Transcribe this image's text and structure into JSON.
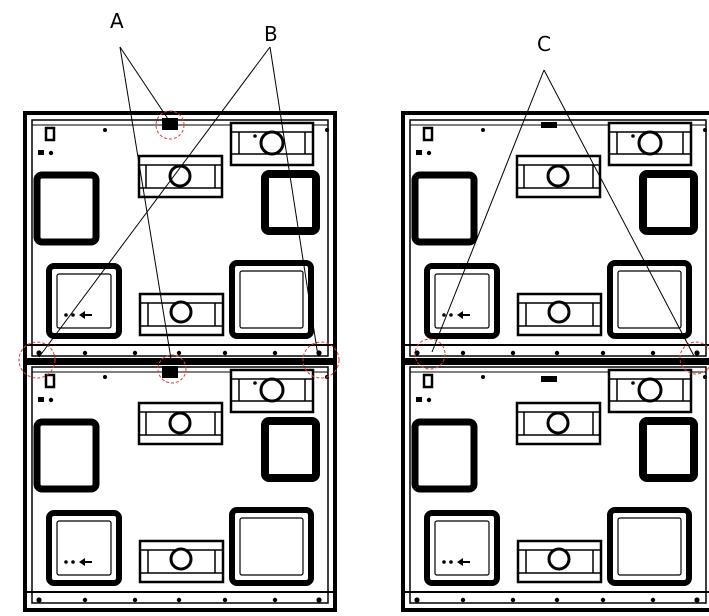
{
  "callouts": {
    "a": "A",
    "b": "B",
    "c": "C"
  },
  "colors": {
    "ink": "#000000",
    "highlight_circle": "#e8392f",
    "background": "#ffffff"
  },
  "panels": [
    {
      "id": "left-top",
      "variant": "with-tab"
    },
    {
      "id": "left-bottom",
      "variant": "with-tab"
    },
    {
      "id": "right-top",
      "variant": "plain"
    },
    {
      "id": "right-bottom",
      "variant": "plain"
    }
  ]
}
